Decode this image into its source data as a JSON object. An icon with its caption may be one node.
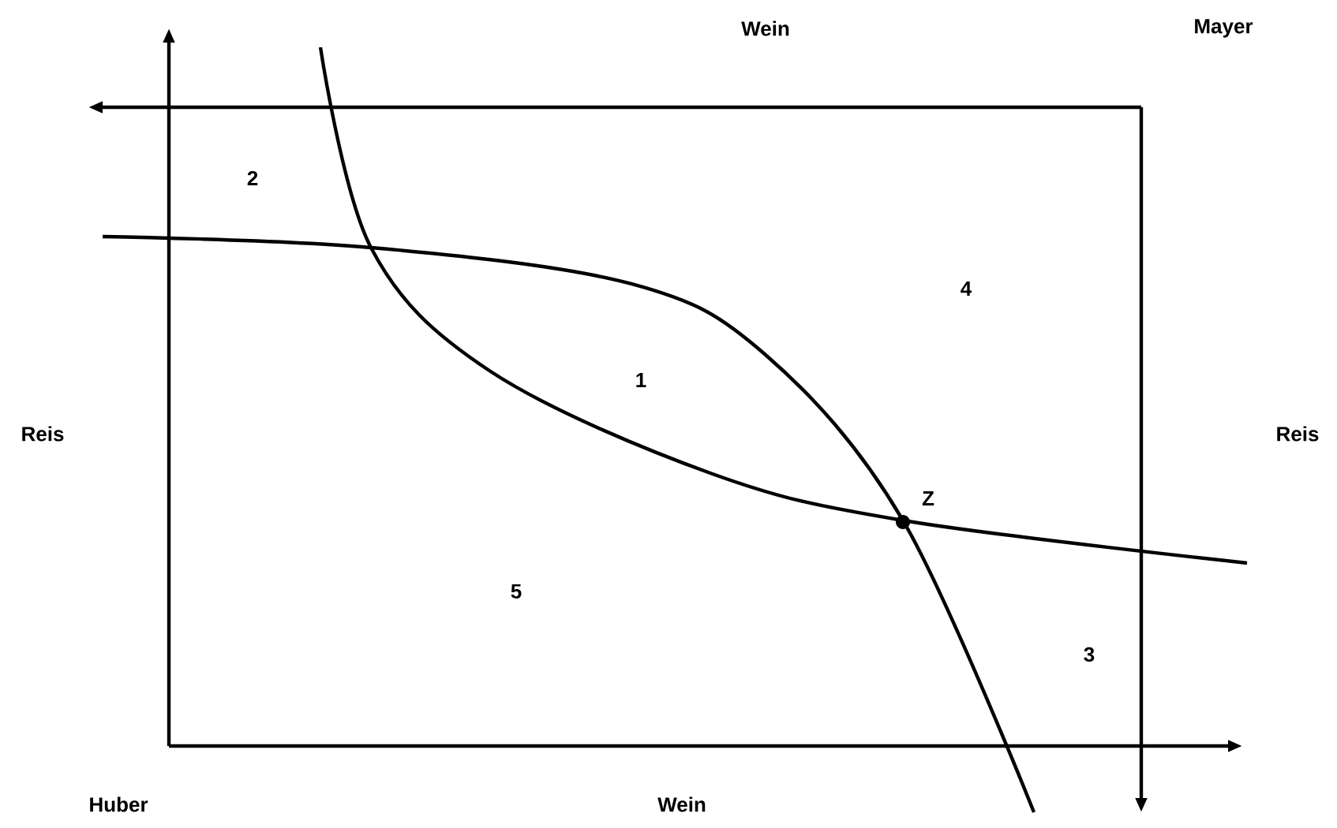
{
  "diagram": {
    "labels": [
      "Wein",
      "Mayer",
      "2",
      "4",
      "1",
      "Reis",
      "Reis",
      "Z",
      "5",
      "3",
      "Huber",
      "Wein"
    ]
  }
}
